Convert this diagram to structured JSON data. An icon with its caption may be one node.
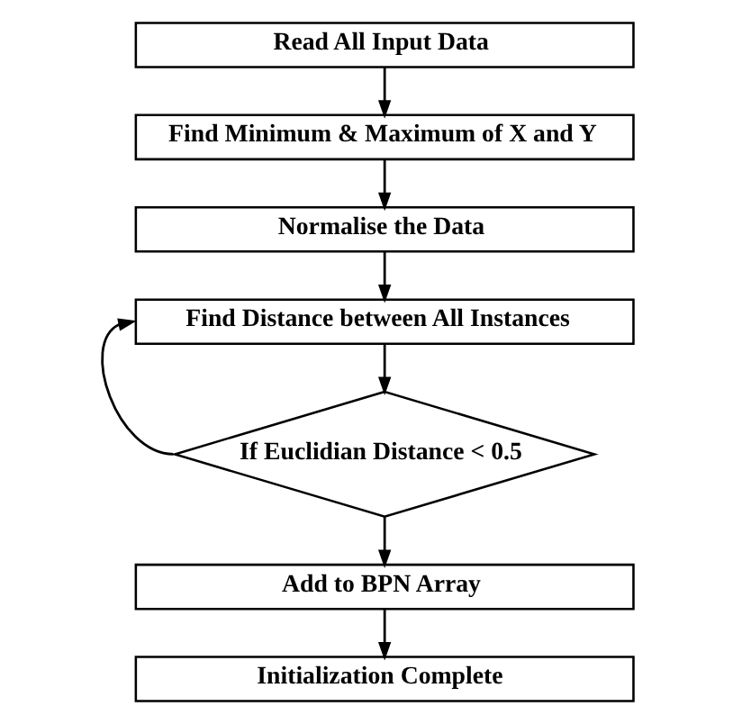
{
  "diagram": {
    "nodes": [
      {
        "text": [
          "Read All Input Data"
        ]
      },
      {
        "text": [
          "Find Minimum & Maximum of X and Y"
        ]
      },
      {
        "text": [
          "Normalise the Data"
        ]
      },
      {
        "text": [
          "Find Distance between All Instances"
        ]
      },
      {
        "text": [
          "If Euclidian Distance < 0.5"
        ]
      },
      {
        "text": [
          "Add to BPN Array"
        ]
      },
      {
        "text": [
          "Initialization Complete"
        ]
      }
    ],
    "edges": [
      {
        "from": 0,
        "to": 1,
        "arrow": "to"
      },
      {
        "from": 1,
        "to": 2,
        "arrow": "to"
      },
      {
        "from": 2,
        "to": 3,
        "arrow": "to"
      },
      {
        "from": 3,
        "to": 4,
        "arrow": "to"
      },
      {
        "from": 4,
        "to": 3,
        "arrow": "to"
      },
      {
        "from": 4,
        "to": 5,
        "arrow": "to"
      },
      {
        "from": 5,
        "to": 6,
        "arrow": "to"
      }
    ]
  }
}
